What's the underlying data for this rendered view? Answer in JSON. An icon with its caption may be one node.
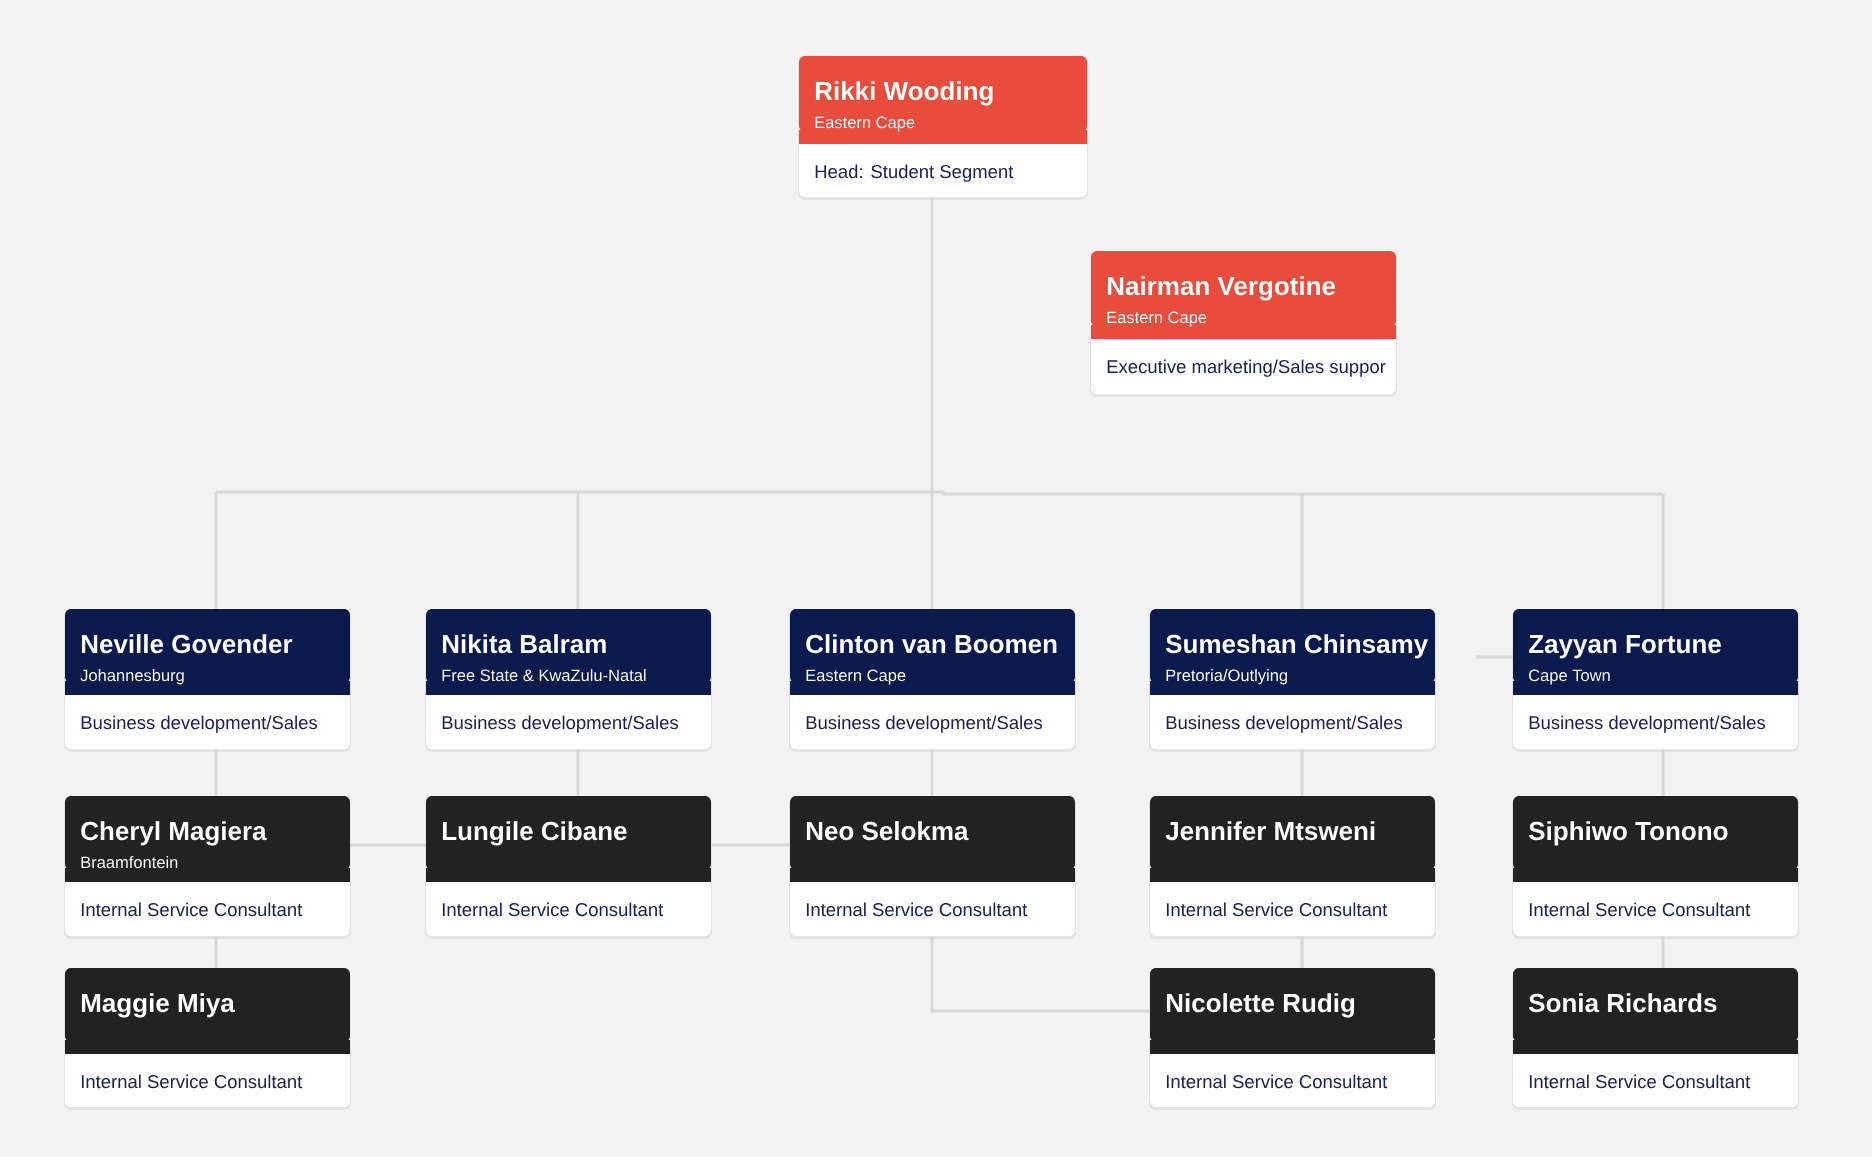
{
  "diagram": {
    "nodes": [
      {
        "text": [
          "Rikki Wooding",
          "Eastern Cape",
          "Head: Student Segment"
        ]
      },
      {
        "text": [
          "Nairman Vergotine",
          "Eastern Cape",
          "Executive marketing/Sales suppor"
        ]
      },
      {
        "text": [
          "Neville Govender",
          "Johannesburg",
          "Business development/Sales"
        ]
      },
      {
        "text": [
          "Nikita Balram",
          "Free State & KwaZulu-Natal",
          "Business development/Sales"
        ]
      },
      {
        "text": [
          "Clinton van Boomen",
          "Eastern Cape",
          "Business development/Sales"
        ]
      },
      {
        "text": [
          "Sumeshan Chinsamy",
          "Pretoria/Outlying",
          "Business development/Sales"
        ]
      },
      {
        "text": [
          "Zayyan Fortune",
          "Cape Town",
          "Business development/Sales"
        ]
      },
      {
        "text": [
          "Cheryl Magiera",
          "Braamfontein",
          "Internal Service Consultant"
        ]
      },
      {
        "text": [
          "Lungile Cibane",
          "Internal Service Consultant"
        ]
      },
      {
        "text": [
          "Neo Selokma",
          "Internal Service Consultant"
        ]
      },
      {
        "text": [
          "Jennifer Mtsweni",
          "Internal Service Consultant"
        ]
      },
      {
        "text": [
          "Siphiwo Tonono",
          "Internal Service Consultant"
        ]
      },
      {
        "text": [
          "Maggie Miya",
          "Internal Service Consultant"
        ]
      },
      {
        "text": [
          "Nicolette Rudig",
          "Internal Service Consultant"
        ]
      },
      {
        "text": [
          "Sonia Richards",
          "Internal Service Consultant"
        ]
      }
    ],
    "edges": [
      {
        "from": 0,
        "to": 2,
        "arrow": "none"
      },
      {
        "from": 0,
        "to": 3,
        "arrow": "none"
      },
      {
        "from": 0,
        "to": 4,
        "arrow": "none"
      },
      {
        "from": 0,
        "to": 5,
        "arrow": "none"
      },
      {
        "from": 0,
        "to": 6,
        "arrow": "none"
      },
      {
        "from": 2,
        "to": 7,
        "arrow": "none"
      },
      {
        "from": 7,
        "to": 12,
        "arrow": "none"
      },
      {
        "from": 3,
        "to": 8,
        "arrow": "none"
      },
      {
        "from": 7,
        "to": 8,
        "arrow": "none"
      },
      {
        "from": 8,
        "to": 9,
        "arrow": "none"
      },
      {
        "from": 4,
        "to": 9,
        "arrow": "none"
      },
      {
        "from": 9,
        "to": 13,
        "arrow": "none"
      },
      {
        "from": 5,
        "to": 10,
        "arrow": "none"
      },
      {
        "from": 10,
        "to": 13,
        "arrow": "none"
      },
      {
        "from": 6,
        "to": 11,
        "arrow": "none"
      },
      {
        "from": 11,
        "to": 14,
        "arrow": "none"
      },
      {
        "from": null,
        "to": 6,
        "arrow": "none"
      }
    ]
  }
}
